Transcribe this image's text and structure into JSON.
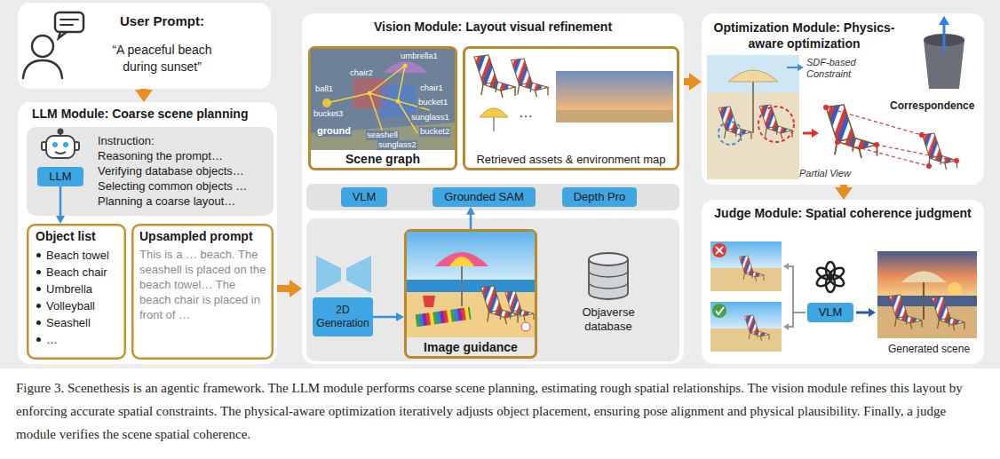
{
  "diagram": {
    "caption": "Figure 3. Scenethesis is an agentic framework. The LLM module performs coarse scene planning, estimating rough spatial relationships. The vision module refines this layout by enforcing accurate spatial constraints. The physical-aware optimization iteratively adjusts object placement, ensuring pose alignment and physical plausibility. Finally, a judge module verifies the scene spatial coherence.",
    "nodes": [
      {
        "text": [
          "User Prompt:",
          "“A peaceful beach during sunset”"
        ]
      },
      {
        "text": [
          "LLM Module: Coarse scene planning"
        ]
      },
      {
        "text": [
          "Instruction:",
          "Reasoning the prompt…",
          "Verifying database objects…",
          "Selecting common objects …",
          "Planning a coarse layout…"
        ],
        "in": 1
      },
      {
        "text": [
          "LLM"
        ],
        "in": 2
      },
      {
        "text": [
          "Object list",
          "Beach towel",
          "Beach chair",
          "Umbrella",
          "Volleyball",
          "Seashell",
          "…"
        ],
        "in": 1
      },
      {
        "text": [
          "Upsampled prompt",
          "This is a … beach. The seashell is placed on the beach towel… The beach chair is placed in front of …"
        ],
        "in": 1
      },
      {
        "text": [
          "Vision Module: Layout visual refinement"
        ]
      },
      {
        "text": [
          "Scene graph"
        ],
        "in": 6
      },
      {
        "text": [
          "Retrieved assets & environment map"
        ],
        "in": 6
      },
      {
        "text": [
          "VLM"
        ],
        "in": 6
      },
      {
        "text": [
          "Grounded SAM"
        ],
        "in": 6
      },
      {
        "text": [
          "Depth Pro"
        ],
        "in": 6
      },
      {
        "text": [
          "2D Generation"
        ],
        "in": 6
      },
      {
        "text": [
          "Image guidance"
        ],
        "in": 6
      },
      {
        "text": [
          "Objaverse database"
        ],
        "in": 6
      },
      {
        "text": [
          "Optimization Module: Physics-aware optimization"
        ]
      },
      {
        "text": [
          "Judge Module: Spatial coherence judgment"
        ]
      },
      {
        "text": [
          "VLM"
        ],
        "in": 16
      }
    ],
    "edges": [
      {
        "from": 0,
        "to": 1,
        "arrow": "to"
      },
      {
        "from": 1,
        "to": 6,
        "arrow": "to"
      },
      {
        "from": 6,
        "to": 15,
        "arrow": "to"
      },
      {
        "from": 15,
        "to": 16,
        "arrow": "to"
      },
      {
        "from": 3,
        "to": 4,
        "arrow": "to"
      },
      {
        "from": 12,
        "to": 13,
        "arrow": "to"
      },
      {
        "from": 13,
        "to": 10,
        "arrow": "to"
      }
    ],
    "labels": [
      "umbrella1",
      "chair2",
      "ball1",
      "chair1",
      "bucket3",
      "ground",
      "seashell",
      "bucket1",
      "sunglass1",
      "bucket2",
      "sunglass2",
      "…",
      "SDF-based Constraint",
      "Correspondence",
      "Partial View",
      "Generated scene"
    ]
  }
}
